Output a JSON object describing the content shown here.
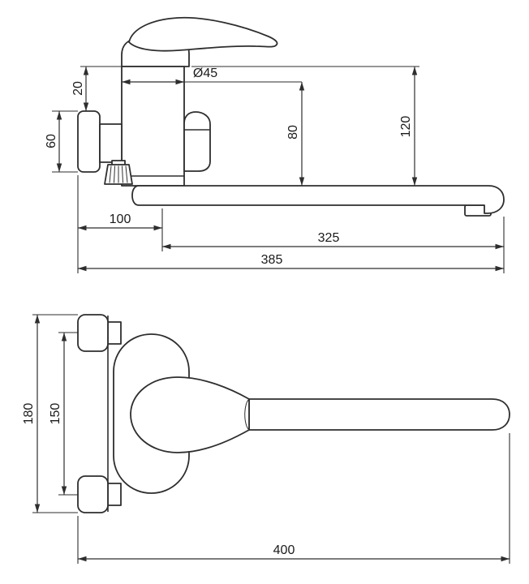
{
  "colors": {
    "background": "#ffffff",
    "line": "#2e2e2e"
  },
  "side_view": {
    "dimensions": {
      "cap_to_flange": "20",
      "flange_height": "60",
      "body_diameter": "Ø45",
      "body_to_spout": "80",
      "height_overall": "120",
      "wall_to_spout_start": "100",
      "spout_reach": "325",
      "reach_overall": "385"
    }
  },
  "plan_view": {
    "dimensions": {
      "flange_outer_span": "180",
      "mount_centers": "150",
      "length_overall": "400"
    }
  }
}
